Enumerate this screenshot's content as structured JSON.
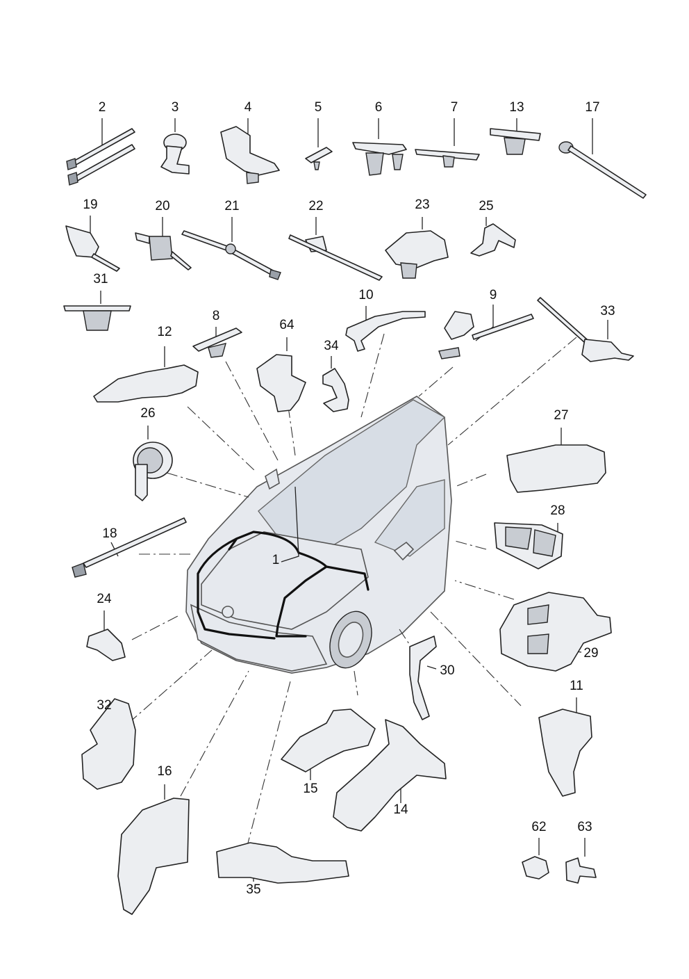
{
  "diagram": {
    "labels": [
      "2",
      "3",
      "4",
      "5",
      "6",
      "7",
      "13",
      "17",
      "19",
      "20",
      "21",
      "22",
      "23",
      "25",
      "31",
      "8",
      "64",
      "10",
      "9",
      "33",
      "34",
      "12",
      "26",
      "27",
      "28",
      "18",
      "1",
      "24",
      "29",
      "30",
      "11",
      "32",
      "16",
      "15",
      "14",
      "35",
      "62",
      "63"
    ],
    "colors": {
      "line": "#222222",
      "part_fill": "#eceef1",
      "car_fill": "#e6e9ee",
      "harness": "#111111"
    }
  }
}
